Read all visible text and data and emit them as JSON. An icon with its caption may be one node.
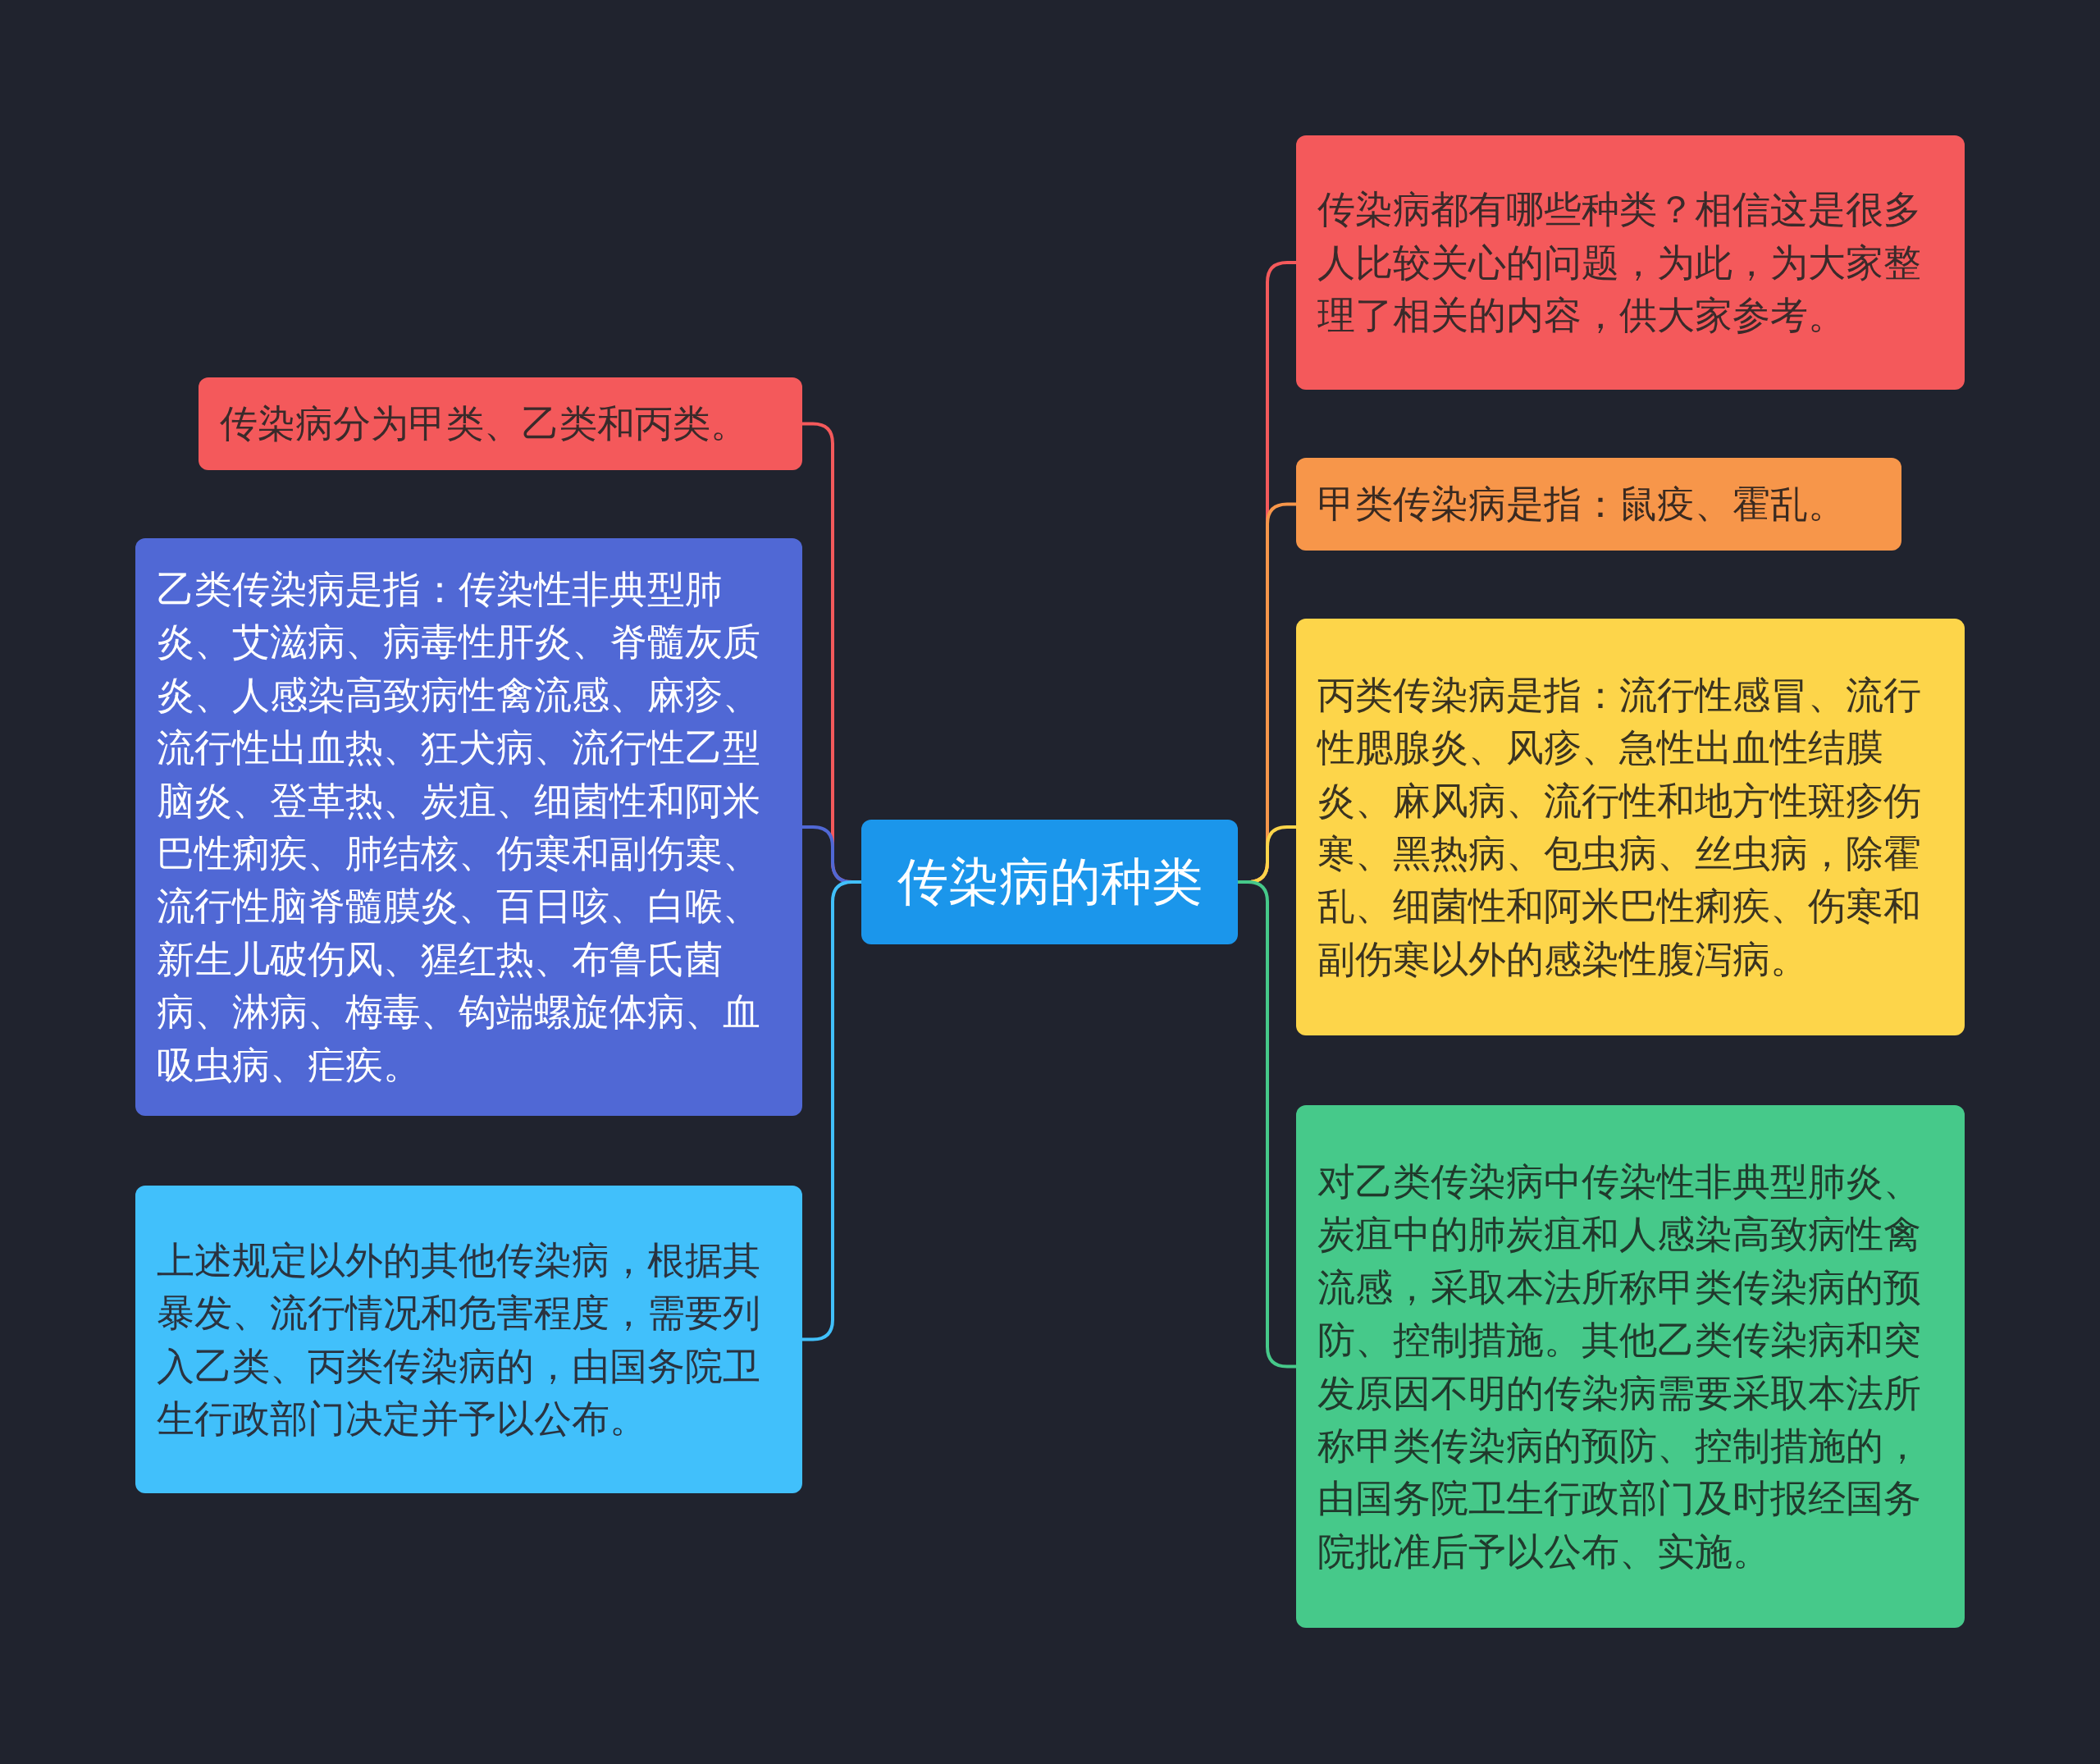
{
  "diagram": {
    "nodes": [
      {
        "text": [
          "传染病的种类"
        ]
      },
      {
        "text": [
          "传染病分为甲类、乙类和丙类。"
        ]
      },
      {
        "text": [
          "乙类传染病是指：传染性非典型肺炎、艾滋病、病毒性肝炎、脊髓灰质炎、人感染高致病性禽流感、麻疹、流行性出血热、狂犬病、流行性乙型脑炎、登革热、炭疽、细菌性和阿米巴性痢疾、肺结核、伤寒和副伤寒、流行性脑脊髓膜炎、百日咳、白喉、新生儿破伤风、猩红热、布鲁氏菌病、淋病、梅毒、钩端螺旋体病、血吸虫病、疟疾。"
        ]
      },
      {
        "text": [
          "上述规定以外的其他传染病，根据其暴发、流行情况和危害程度，需要列入乙类、丙类传染病的，由国务院卫生行政部门决定并予以公布。"
        ]
      },
      {
        "text": [
          "传染病都有哪些种类？相信这是很多人比较关心的问题，为此，为大家整理了相关的内容，供大家参考。"
        ]
      },
      {
        "text": [
          "甲类传染病是指：鼠疫、霍乱。"
        ]
      },
      {
        "text": [
          "丙类传染病是指：流行性感冒、流行性腮腺炎、风疹、急性出血性结膜炎、麻风病、流行性和地方性斑疹伤寒、黑热病、包虫病、丝虫病，除霍乱、细菌性和阿米巴性痢疾、伤寒和副伤寒以外的感染性腹泻病。"
        ]
      },
      {
        "text": [
          "对乙类传染病中传染性非典型肺炎、炭疽中的肺炭疽和人感染高致病性禽流感，采取本法所称甲类传染病的预防、控制措施。其他乙类传染病和突发原因不明的传染病需要采取本法所称甲类传染病的预防、控制措施的，由国务院卫生行政部门及时报经国务院批准后予以公布、实施。"
        ]
      }
    ],
    "edges": [
      {
        "from": 0,
        "to": 1,
        "arrow": "none",
        "color": "#f4595b"
      },
      {
        "from": 0,
        "to": 2,
        "arrow": "none",
        "color": "#5068d5"
      },
      {
        "from": 0,
        "to": 3,
        "arrow": "none",
        "color": "#41c0fb"
      },
      {
        "from": 0,
        "to": 4,
        "arrow": "none",
        "color": "#f4595b"
      },
      {
        "from": 0,
        "to": 5,
        "arrow": "none",
        "color": "#f7964a"
      },
      {
        "from": 0,
        "to": 6,
        "arrow": "none",
        "color": "#fdd54a"
      },
      {
        "from": 0,
        "to": 7,
        "arrow": "none",
        "color": "#46c98a"
      }
    ]
  }
}
